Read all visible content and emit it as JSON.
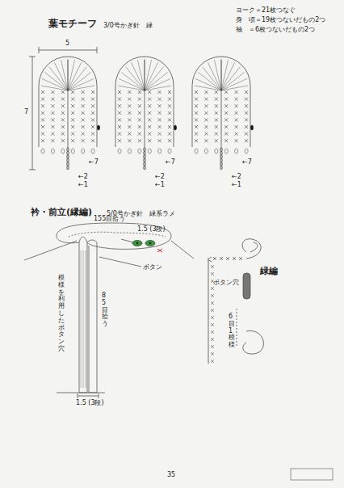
{
  "diagram": {
    "title": "葉モチーフ",
    "labels": [
      "3/0号かぎ針　緑",
      "ヨーク＝21枚つなぐ",
      "身　頃＝19枚つないだもの2つ",
      "袖　＝6枚つないだもの2つ",
      "5",
      "7",
      "←7",
      "←2",
      "←1",
      "←7",
      "←2",
      "←1",
      "←7",
      "←2",
      "←1",
      "衿・前立(縁編)",
      "5/0号かぎ針　緑系ラメ",
      "155目拾う",
      "1.5 (3段)",
      "ボタン",
      "模様を利用したボタン穴",
      "85目拾う",
      "1.5 (3段)",
      "緑編",
      "ボタン穴",
      "6目1模様",
      "35"
    ]
  }
}
